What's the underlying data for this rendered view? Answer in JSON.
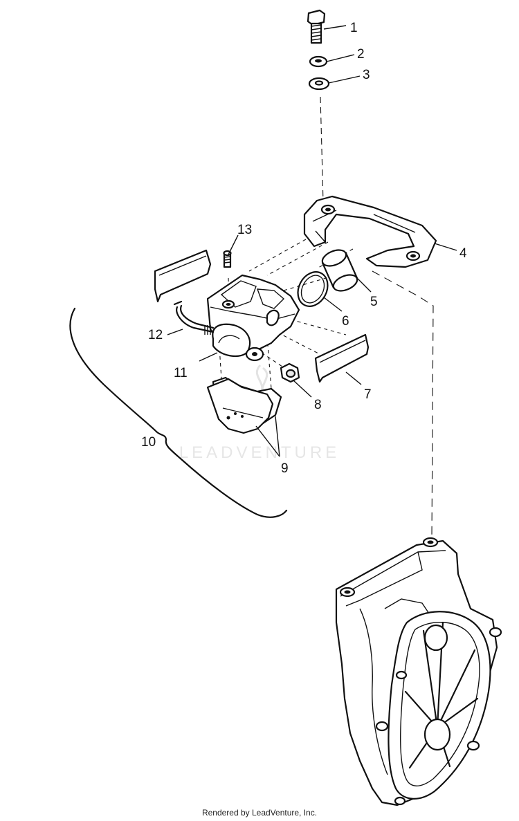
{
  "callouts": [
    {
      "id": "1",
      "text": "1"
    },
    {
      "id": "2",
      "text": "2"
    },
    {
      "id": "3",
      "text": "3"
    },
    {
      "id": "4",
      "text": "4"
    },
    {
      "id": "5",
      "text": "5"
    },
    {
      "id": "6",
      "text": "6"
    },
    {
      "id": "7",
      "text": "7"
    },
    {
      "id": "8",
      "text": "8"
    },
    {
      "id": "9",
      "text": "9"
    },
    {
      "id": "10",
      "text": "10"
    },
    {
      "id": "11",
      "text": "11"
    },
    {
      "id": "12",
      "text": "12"
    },
    {
      "id": "13",
      "text": "13"
    }
  ],
  "watermark": "LEADVENTURE",
  "footer": "Rendered by LeadVenture, Inc."
}
